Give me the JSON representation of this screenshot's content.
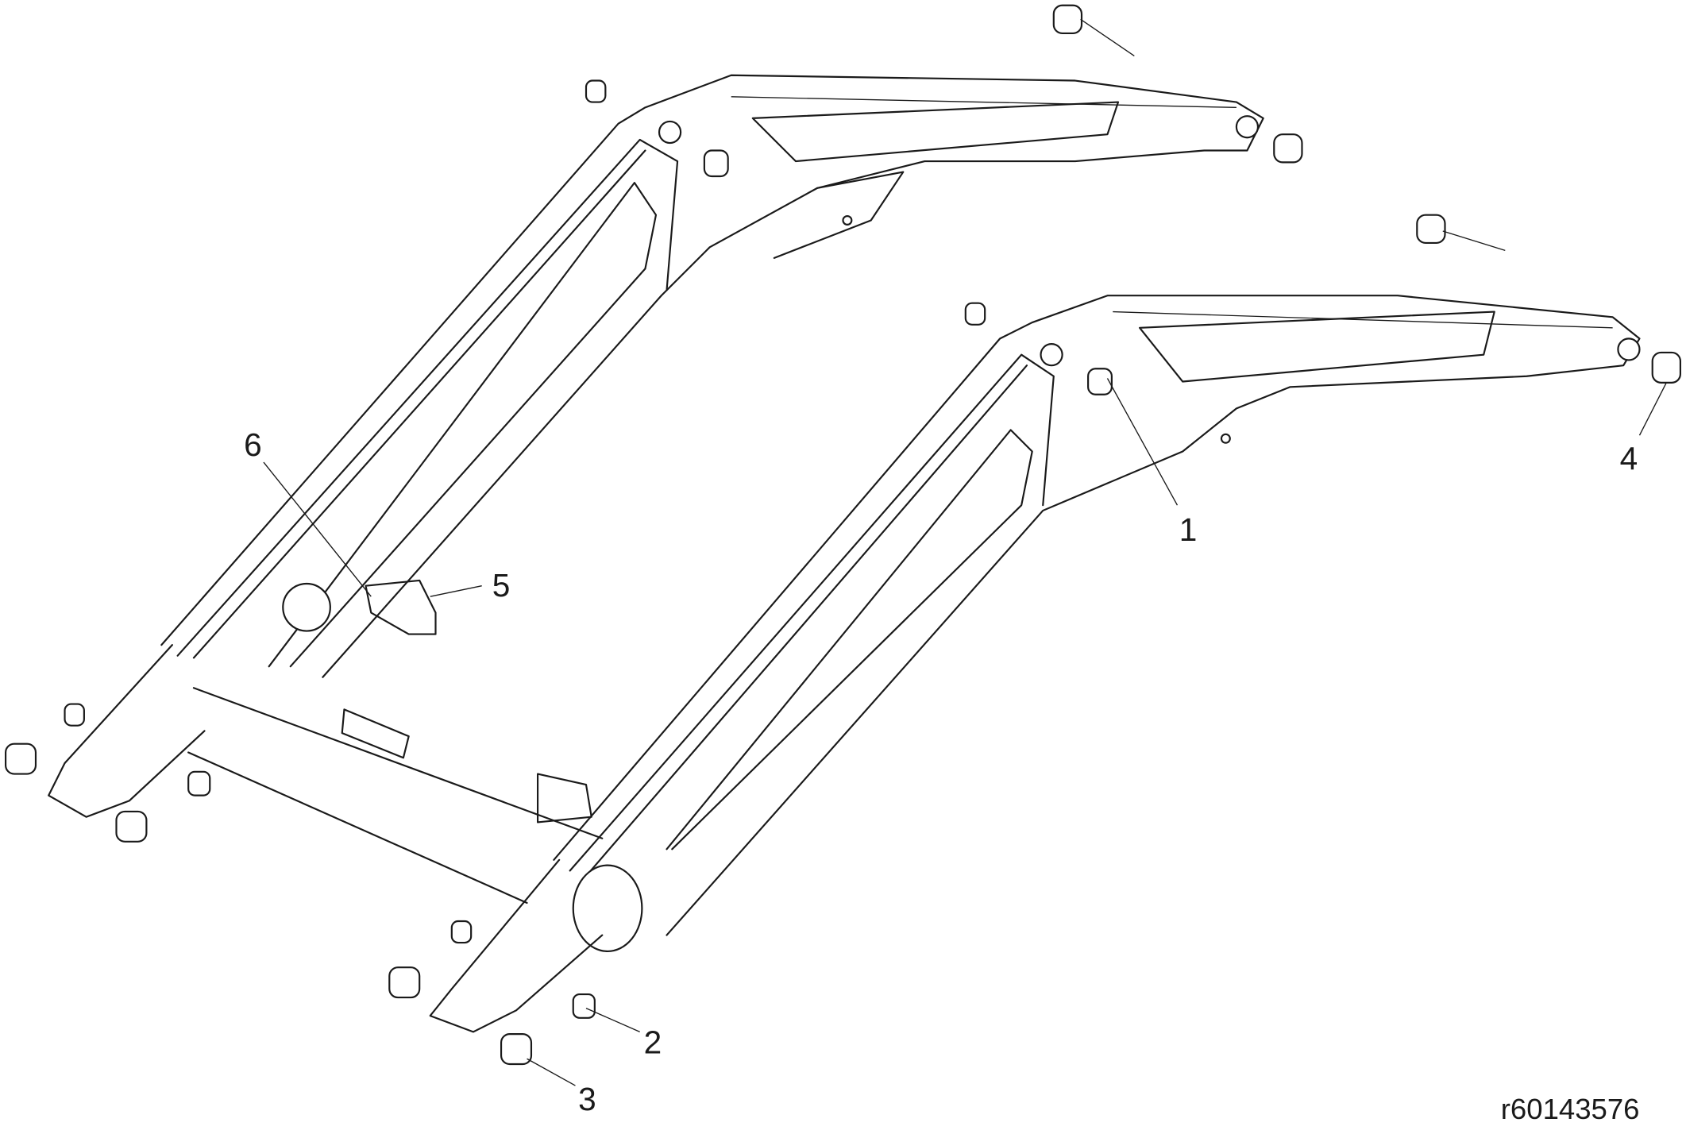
{
  "figure": {
    "callouts": [
      {
        "number": "1",
        "part": "bushing"
      },
      {
        "number": "2",
        "part": "bushing"
      },
      {
        "number": "3",
        "part": "bushing"
      },
      {
        "number": "4",
        "part": "bushing"
      },
      {
        "number": "5",
        "part": "bracket"
      },
      {
        "number": "6",
        "part": "pin"
      }
    ],
    "reference_id": "r60143576"
  }
}
